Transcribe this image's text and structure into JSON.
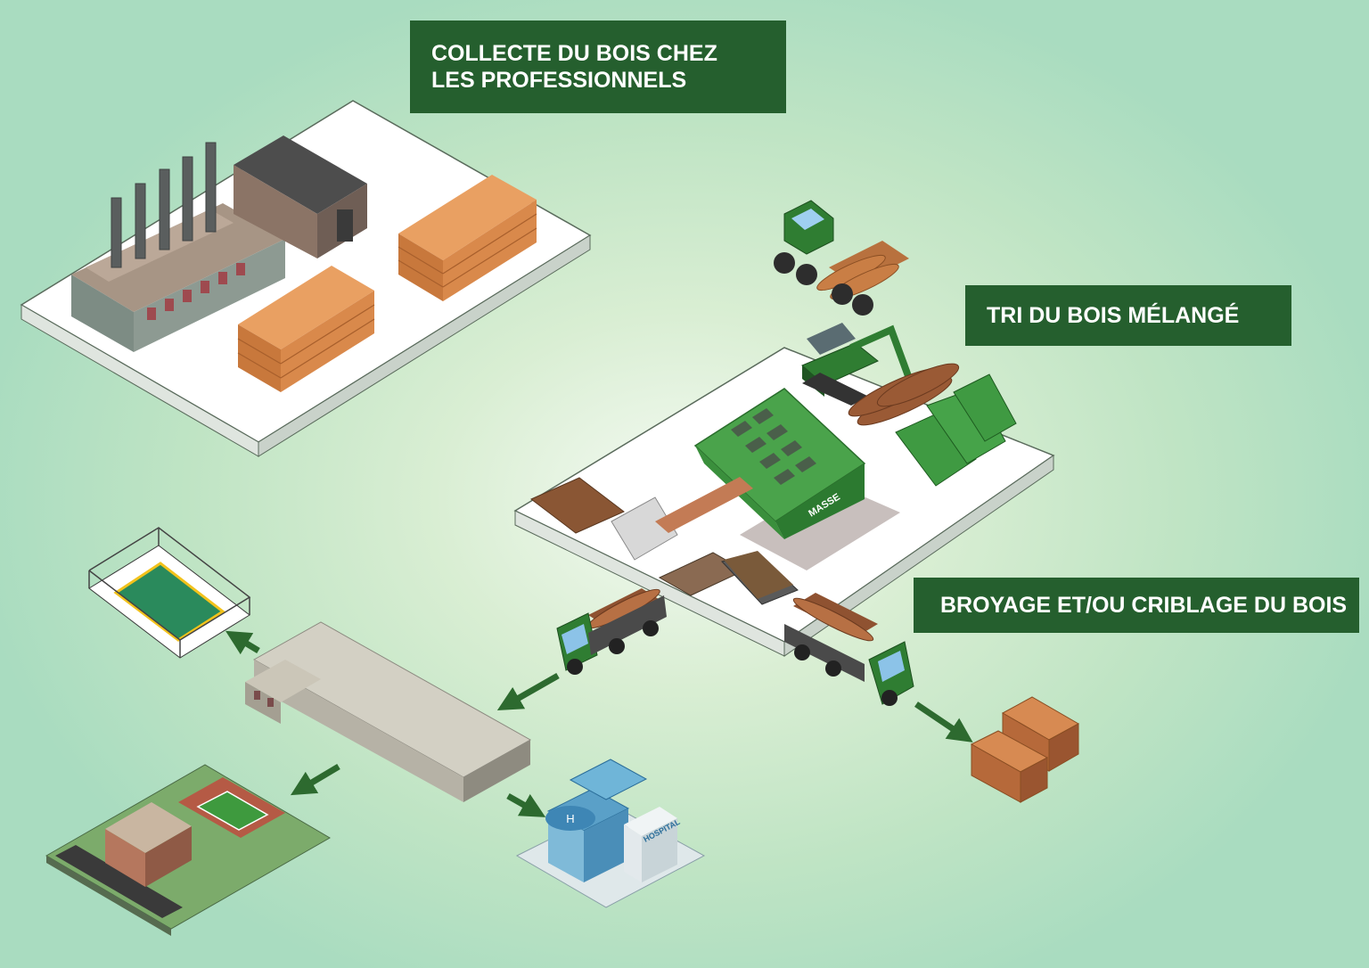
{
  "colors": {
    "label_bg": "#255f2e",
    "label_text": "#ffffff",
    "machine_green": "#2f7d32",
    "wood_orange": "#d98b4a",
    "platform": "#ffffff",
    "arrow": "#2d6a2f"
  },
  "labels": {
    "collecte": "COLLECTE DU BOIS CHEZ\nLES PROFESSIONNELS",
    "tri": "TRI DU BOIS MÉLANGÉ",
    "broyage": "BROYAGE ET/OU CRIBLAGE DU BOIS"
  },
  "signs": {
    "masse": "MASSE",
    "hospital": "HOSPITAL",
    "helipad": "H"
  }
}
